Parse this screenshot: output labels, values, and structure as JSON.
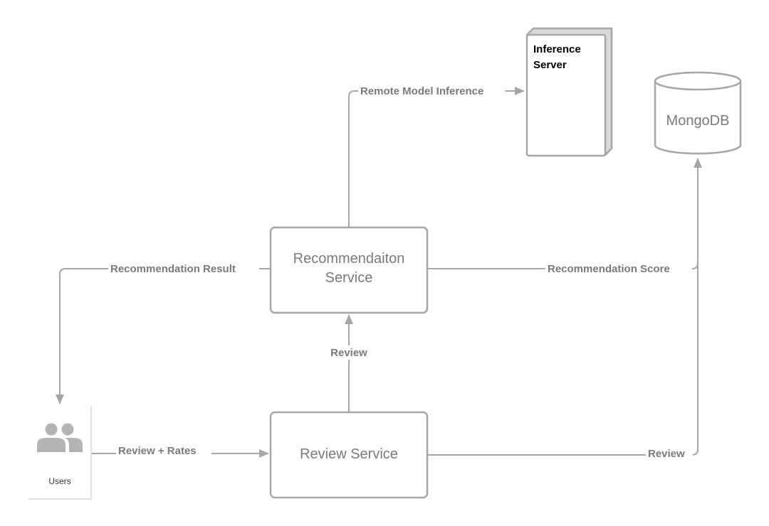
{
  "nodes": {
    "inference_server": {
      "line1": "Inference",
      "line2": "Server"
    },
    "mongodb": {
      "label": "MongoDB"
    },
    "recommendation_service": {
      "line1": "Recommendaiton",
      "line2": "Service"
    },
    "review_service": {
      "label": "Review Service"
    },
    "users": {
      "label": "Users",
      "icon": "users-icon"
    }
  },
  "edges": {
    "remote_model_inference": "Remote Model Inference",
    "recommendation_result": "Recommendation Result",
    "recommendation_score": "Recommendation Score",
    "review_up": "Review",
    "review_rates": "Review + Rates",
    "review_db": "Review"
  },
  "colors": {
    "line": "#a6a6a6",
    "text": "#7a7a7a",
    "server_side": "#d9d9d9"
  }
}
